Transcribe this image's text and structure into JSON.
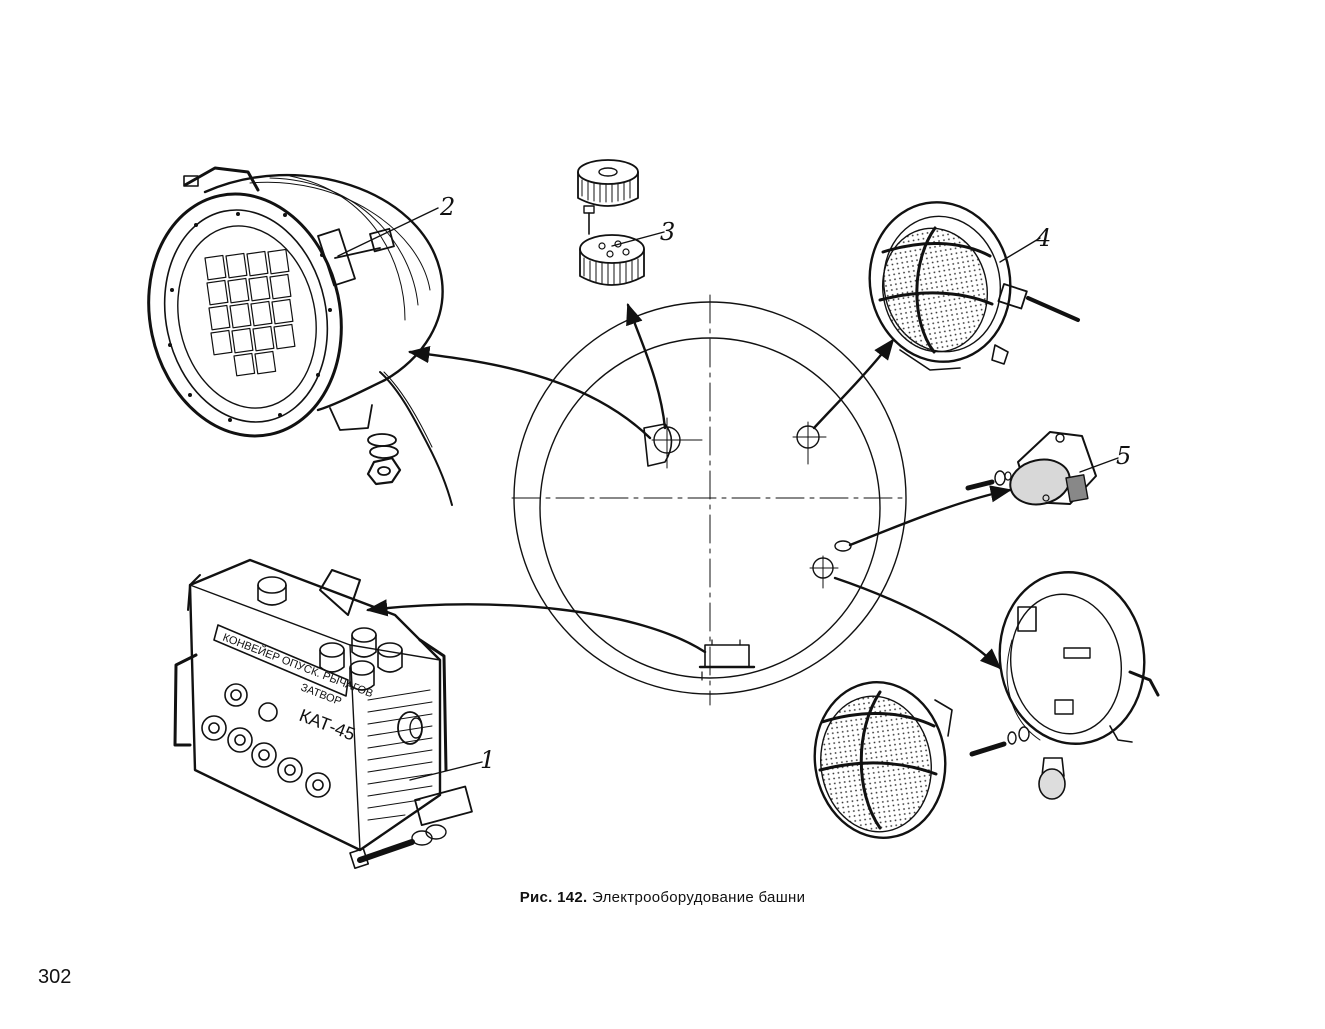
{
  "caption": {
    "prefix": "Рис.",
    "number": "142.",
    "title": "Электрооборудование башни"
  },
  "page_number": "302",
  "callouts": [
    "1",
    "2",
    "3",
    "4",
    "5"
  ],
  "panel_labels": {
    "box_label_1": "КОНВЕЙЕР ОПУСК. РЫЧАГОВ",
    "box_label_2": "ЗАТВОР",
    "box_label_3": "КАТ-45"
  },
  "colors": {
    "ink": "#111111",
    "paper": "#ffffff"
  }
}
